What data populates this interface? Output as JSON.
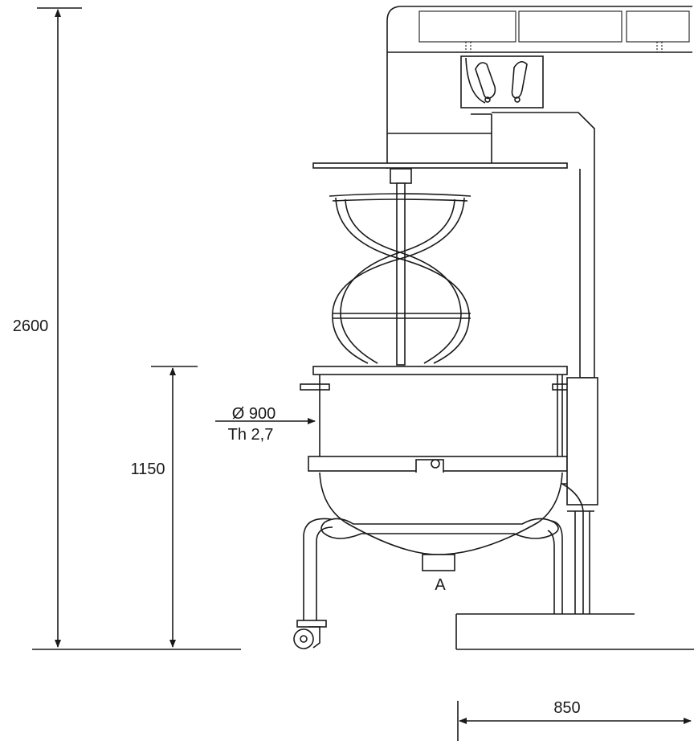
{
  "dimensions": {
    "total_height": "2600",
    "bowl_height": "1150",
    "base_width": "850"
  },
  "bowl": {
    "diameter": "Ø 900",
    "thickness": "Th 2,7"
  },
  "outlet_label": "A",
  "colors": {
    "line": "#1a1a1a",
    "background": "#ffffff"
  }
}
